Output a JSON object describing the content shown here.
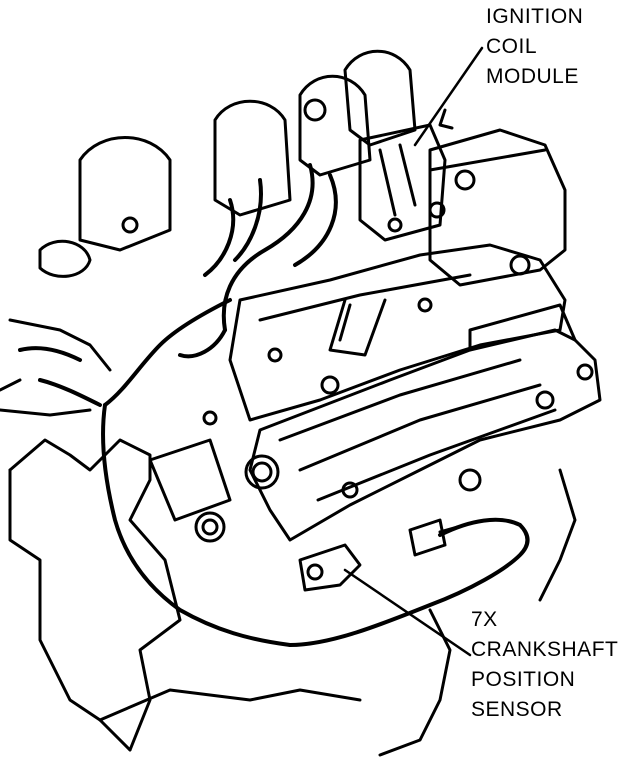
{
  "callouts": {
    "ignition_coil_module": [
      "IGNITION",
      "COIL",
      "MODULE"
    ],
    "crankshaft_position_sensor": [
      "7X",
      "CRANKSHAFT",
      "POSITION",
      "SENSOR"
    ]
  },
  "colors": {
    "ink": "#000000",
    "paper": "#ffffff"
  }
}
